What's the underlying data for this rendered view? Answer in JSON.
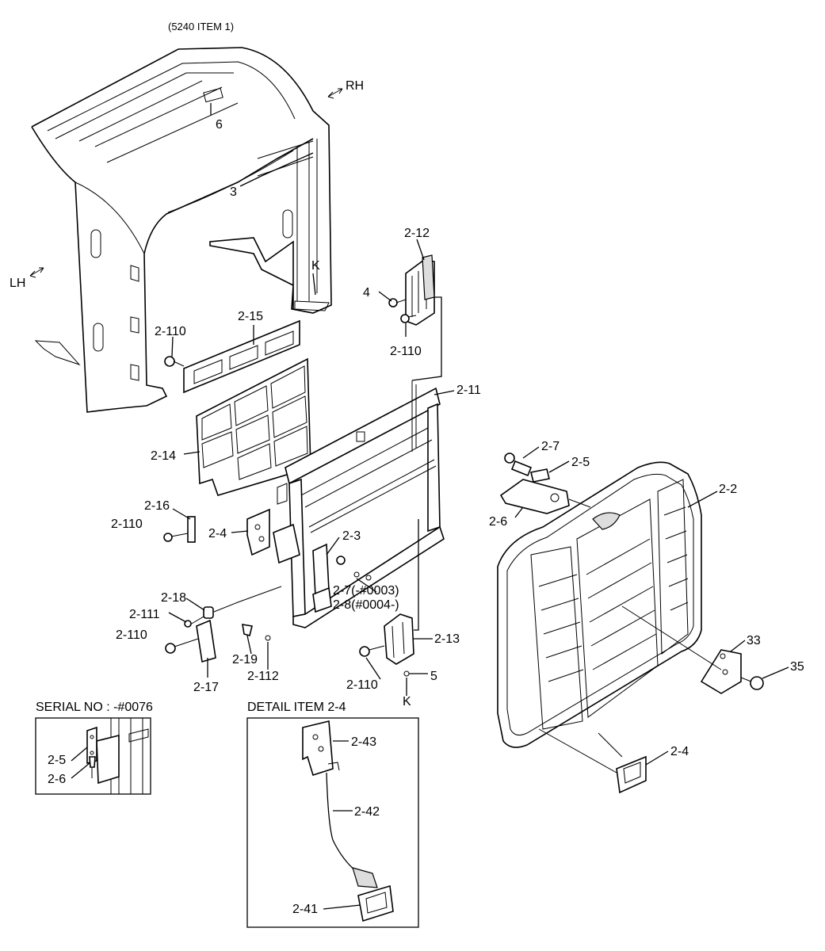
{
  "top_note": "(5240 ITEM 1)",
  "directions": {
    "rh": "RH",
    "lh": "LH"
  },
  "labels": {
    "p6": "6",
    "p3": "3",
    "pK_top": "K",
    "p2_12": "2-12",
    "p4": "4",
    "p2_110_a": "2-110",
    "p2_110_b": "2-110",
    "p2_15": "2-15",
    "p2_11": "2-11",
    "p2_14": "2-14",
    "p2_16": "2-16",
    "p2_110_c": "2-110",
    "p2_4": "2-4",
    "p2_3": "2-3",
    "p2_7": "2-7(-#0003)",
    "p2_8": "2-8(#0004-)",
    "p2_18": "2-18",
    "p2_111": "2-111",
    "p2_110_d": "2-110",
    "p2_17": "2-17",
    "p2_19": "2-19",
    "p2_112": "2-112",
    "p2_13": "2-13",
    "p2_110_e": "2-110",
    "p5": "5",
    "pK_bottom": "K",
    "p2_7b": "2-7",
    "p2_5": "2-5",
    "p2_6": "2-6",
    "p2_2": "2-2",
    "p33": "33",
    "p35": "35",
    "p2_4b": "2-4"
  },
  "serial_box": {
    "title": "SERIAL NO : -#0076",
    "label_a": "2-5",
    "label_b": "2-6"
  },
  "detail_box": {
    "title": "DETAIL ITEM 2-4",
    "label_a": "2-43",
    "label_b": "2-42",
    "label_c": "2-41"
  }
}
